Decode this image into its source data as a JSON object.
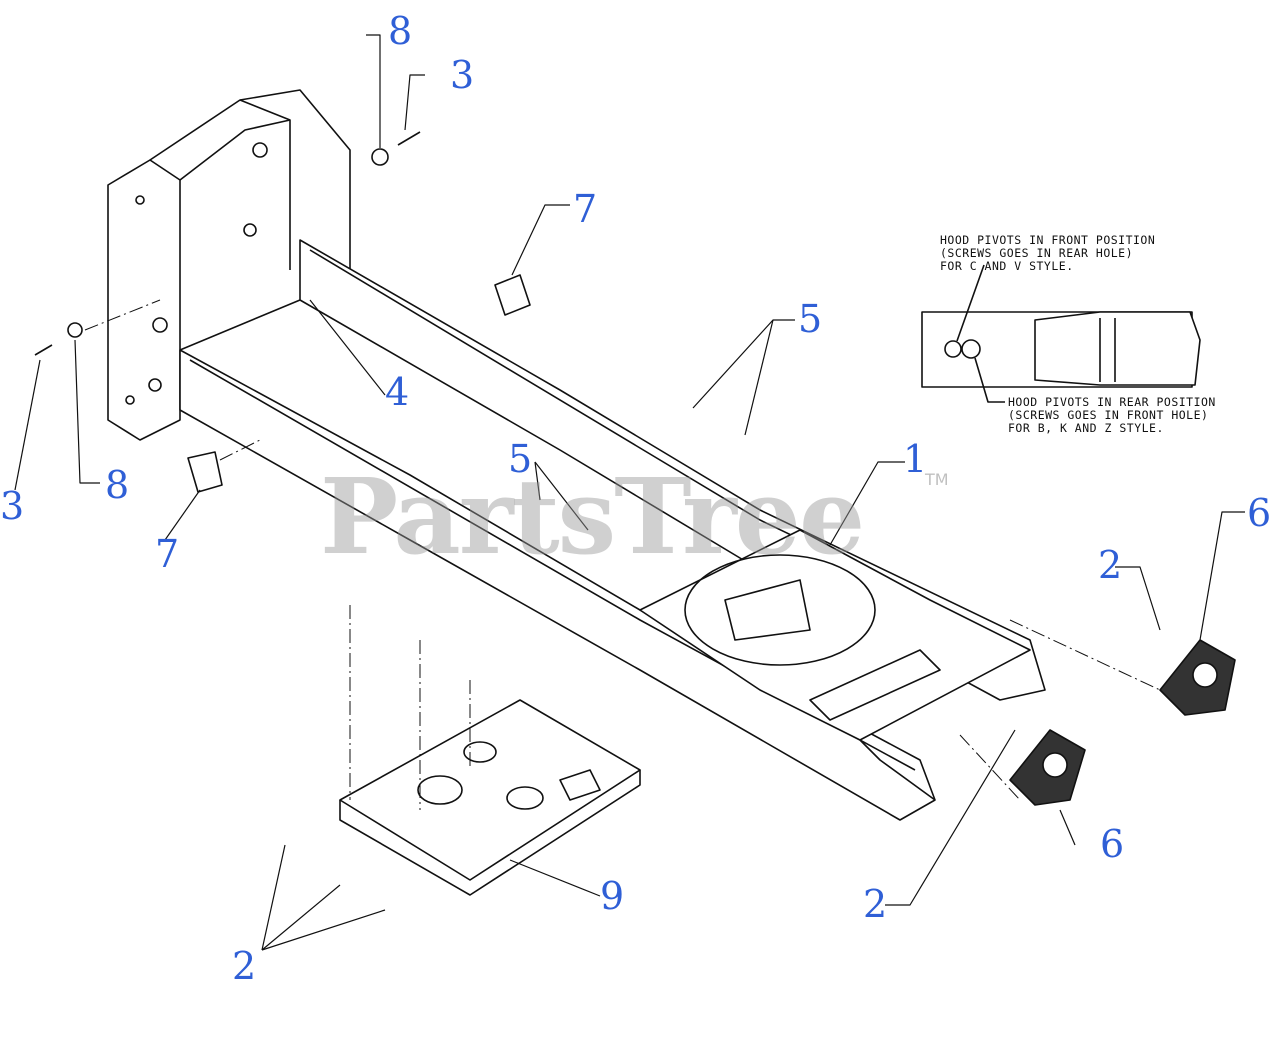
{
  "watermark": {
    "text": "PartsTree",
    "tm": "TM"
  },
  "callouts": [
    {
      "id": "c8-top",
      "label": "8"
    },
    {
      "id": "c3-top",
      "label": "3"
    },
    {
      "id": "c7-top",
      "label": "7"
    },
    {
      "id": "c5-right",
      "label": "5"
    },
    {
      "id": "c4",
      "label": "4"
    },
    {
      "id": "c3-left",
      "label": "3"
    },
    {
      "id": "c8-left",
      "label": "8"
    },
    {
      "id": "c7-left",
      "label": "7"
    },
    {
      "id": "c5-mid",
      "label": "5"
    },
    {
      "id": "c1",
      "label": "1"
    },
    {
      "id": "c6-right",
      "label": "6"
    },
    {
      "id": "c2-right",
      "label": "2"
    },
    {
      "id": "c6-lower",
      "label": "6"
    },
    {
      "id": "c2-lower",
      "label": "2"
    },
    {
      "id": "c9",
      "label": "9"
    },
    {
      "id": "c2-left",
      "label": "2"
    }
  ],
  "notes": {
    "front": "HOOD PIVOTS IN FRONT POSITION\n(SCREWS GOES IN REAR HOLE)\nFOR C AND V STYLE.",
    "rear": "HOOD PIVOTS IN REAR POSITION\n(SCREWS GOES IN FRONT HOLE)\nFOR B, K AND Z STYLE."
  }
}
